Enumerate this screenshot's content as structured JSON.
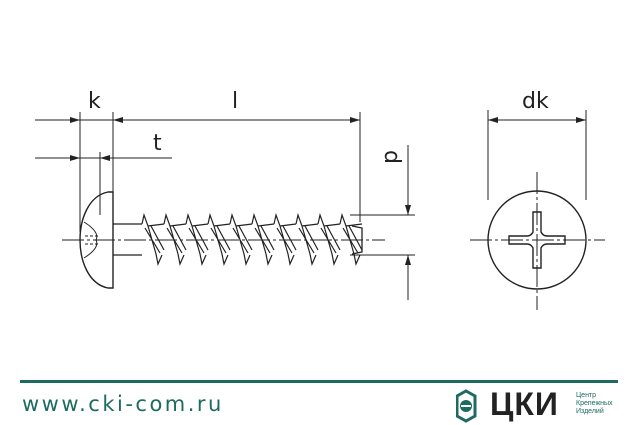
{
  "dimensions": {
    "k": "k",
    "l": "l",
    "t": "t",
    "d": "d",
    "dk": "dk"
  },
  "footer": {
    "website": "www.cki-com.ru",
    "brand": "ЦКИ",
    "tagline": [
      "Центр",
      "Крепежных",
      "Изделий"
    ]
  },
  "colors": {
    "accent": "#1d6b60",
    "line": "#222222"
  }
}
